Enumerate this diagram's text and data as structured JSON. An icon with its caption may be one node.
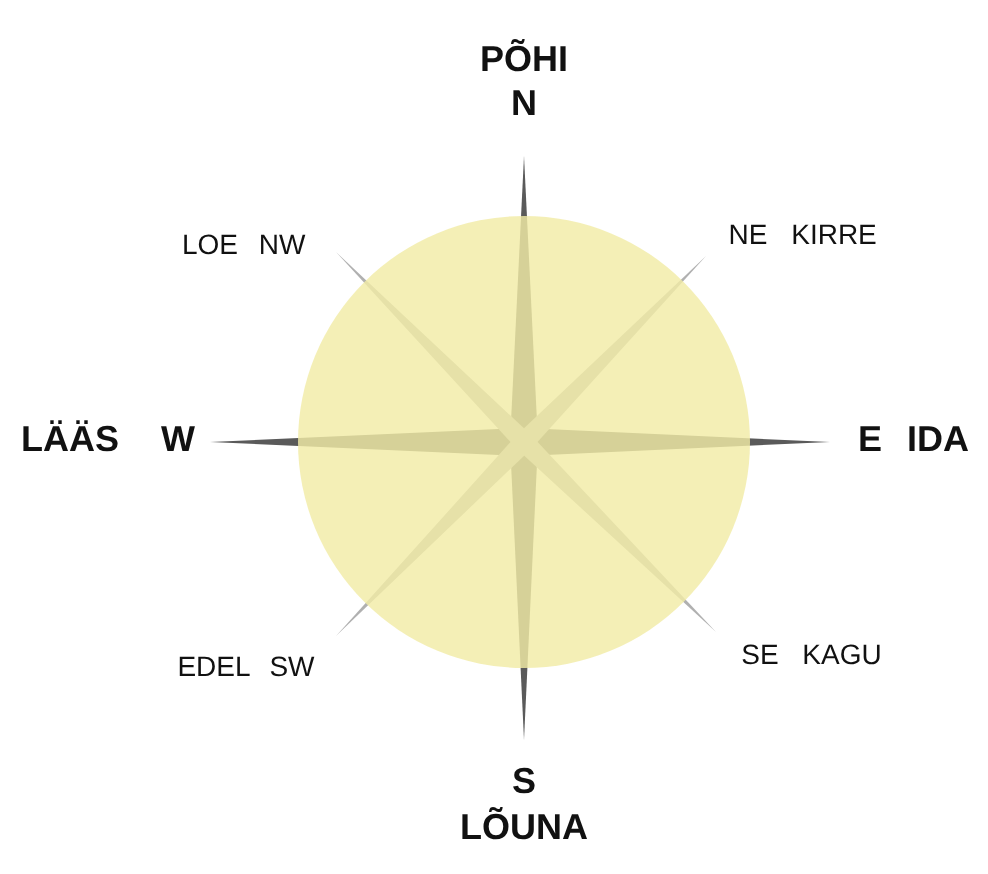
{
  "diagram": {
    "labels": [
      "PÕHI",
      "N",
      "LOE",
      "NW",
      "NE",
      "KIRRE",
      "LÄÄS",
      "W",
      "E",
      "IDA",
      "EDEL",
      "SW",
      "SE",
      "KAGU",
      "S",
      "LÕUNA"
    ]
  }
}
